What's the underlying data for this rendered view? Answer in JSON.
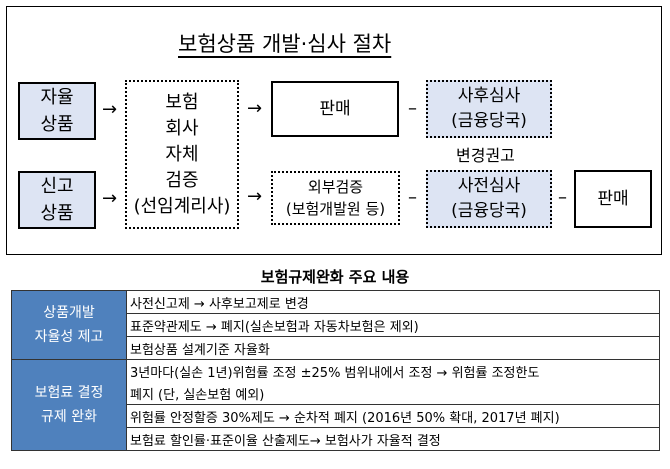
{
  "diagram": {
    "title": "보험상품 개발·심사 절차",
    "autonomous": "자율\n상품",
    "filing": "신고\n상품",
    "self_review": "보험\n회사\n자체\n검증\n(선임계리사)",
    "sale_top": "판매",
    "post_review": "사후심사\n(금융당국)",
    "change_advice": "변경권고",
    "external_review": "외부검증\n(보험개발원 등)",
    "pre_review": "사전심사\n(금융당국)",
    "sale_bottom": "판매",
    "arrow_right": "→",
    "dash": "–"
  },
  "regulation": {
    "title": "보험규제완화 주요 내용",
    "groups": [
      {
        "category": "상품개발\n자율성 제고",
        "items": [
          "사전신고제 → 사후보고제로 변경",
          "표준약관제도 → 폐지(실손보험과 자동차보험은 제외)",
          "보험상품 설계기준 자율화"
        ]
      },
      {
        "category": "보험료 결정\n규제 완화",
        "items": [
          "3년마다(실손 1년)위험률 조정 ±25% 범위내에서 조정 → 위험률 조정한도",
          "폐지 (단, 실손보험 예외)",
          "위험률 안정할증 30%제도 → 순차적 폐지 (2016년 50% 확대, 2017년 폐지)",
          "보험료 할인률·표준이율 산출제도→ 보험사가 자율적 결정"
        ]
      }
    ]
  },
  "colors": {
    "box_fill": "#dde4f3",
    "header_fill": "#4f81bd"
  }
}
